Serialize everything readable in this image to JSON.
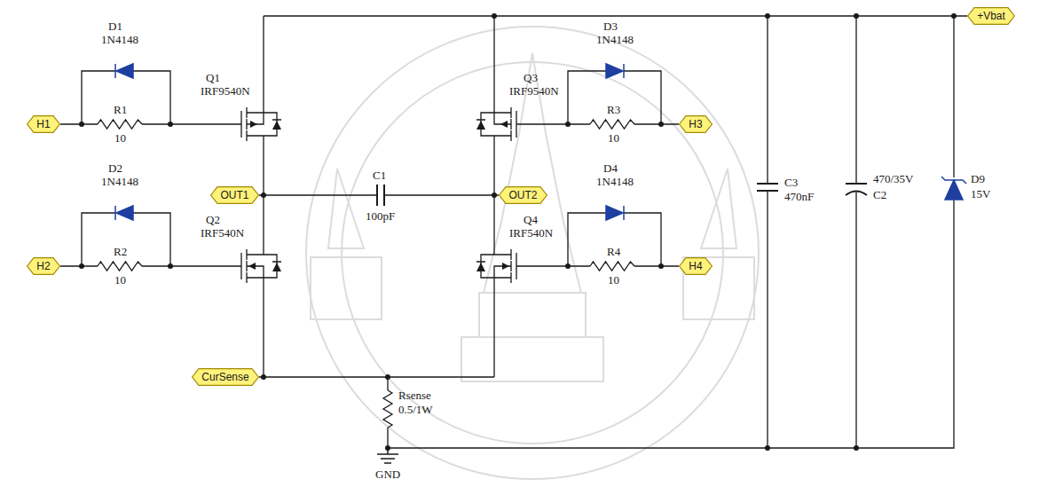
{
  "diagram": {
    "nodes": [
      {
        "text": [
          "+Vbat"
        ]
      },
      {
        "text": [
          "H1"
        ]
      },
      {
        "text": [
          "H3"
        ]
      },
      {
        "text": [
          "OUT1"
        ]
      },
      {
        "text": [
          "OUT2"
        ]
      },
      {
        "text": [
          "H2"
        ]
      },
      {
        "text": [
          "H4"
        ]
      },
      {
        "text": [
          "CurSense"
        ]
      }
    ],
    "labels": [
      "D1",
      "1N4148",
      "Q1",
      "IRF9540N",
      "R1",
      "10",
      "D2",
      "1N4148",
      "Q2",
      "IRF540N",
      "R2",
      "10",
      "C1",
      "100pF",
      "D3",
      "1N4148",
      "Q3",
      "IRF9540N",
      "R3",
      "10",
      "D4",
      "1N4148",
      "Q4",
      "IRF540N",
      "R4",
      "10",
      "C3",
      "470nF",
      "470/35V",
      "C2",
      "D9",
      "15V",
      "Rsense",
      "0.5/1W",
      "GND"
    ]
  }
}
